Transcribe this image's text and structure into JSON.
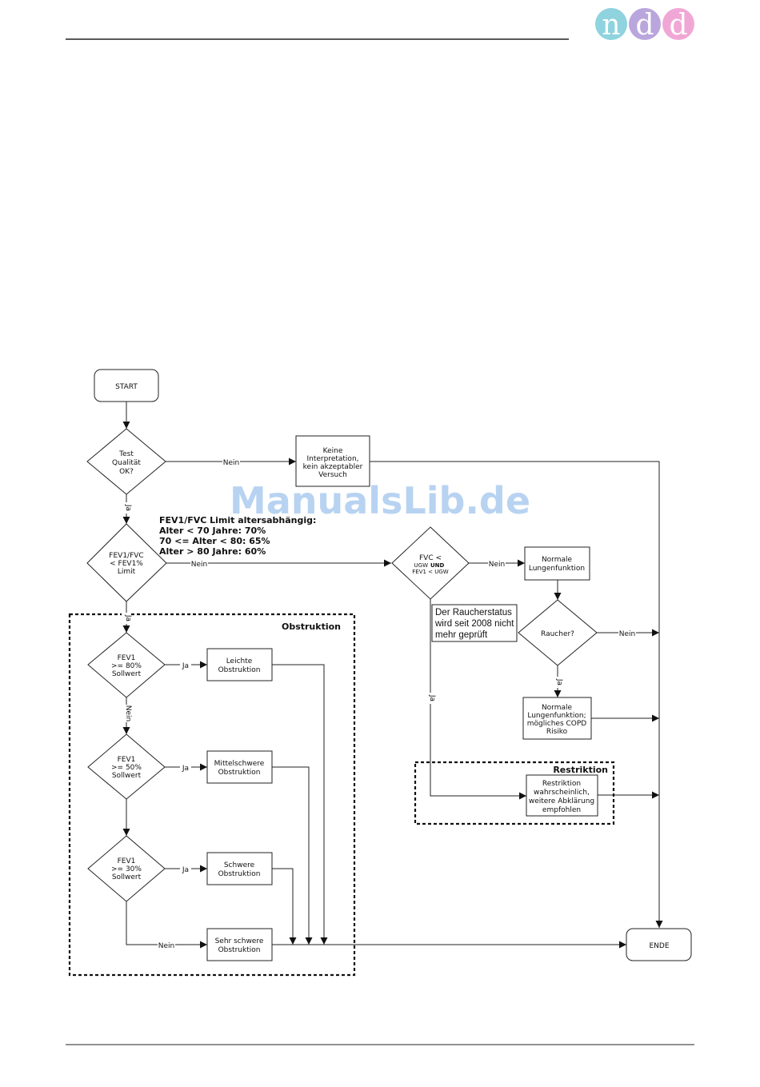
{
  "logo": {
    "letters": [
      "n",
      "d",
      "d"
    ],
    "colors": [
      "#8fd3de",
      "#b9a6dc",
      "#f1a7d6"
    ]
  },
  "watermark": "ManualsLib.de",
  "annotation": {
    "title": "FEV1/FVC Limit altersabhängig:",
    "lines": [
      "Alter < 70 Jahre:  70%",
      "70 <= Alter < 80: 65%",
      "Alter > 80 Jahre:  60%"
    ]
  },
  "nodes": {
    "start": "START",
    "test_quality": [
      "Test",
      "Qualität",
      "OK?"
    ],
    "no_interpretation": [
      "Keine",
      "Interpretation,",
      "kein akzeptabler",
      "Versuch"
    ],
    "fev1fvc": [
      "FEV1/FVC",
      "< FEV1%",
      "Limit"
    ],
    "fvc": [
      "FVC <",
      "UGW",
      "UND",
      "FEV1 < UGW"
    ],
    "normal": [
      "Normale",
      "Lungenfunktion"
    ],
    "smoker": "Raucher?",
    "normal_copd": [
      "Normale",
      "Lungenfunktion;",
      "mögliches COPD",
      "Risiko"
    ],
    "restriction_box": [
      "Restriktion",
      "wahrscheinlich,",
      "weitere Abklärung",
      "empfohlen"
    ],
    "fev1_80": [
      "FEV1",
      ">= 80%",
      "Sollwert"
    ],
    "fev1_50": [
      "FEV1",
      ">= 50%",
      "Sollwert"
    ],
    "fev1_30": [
      "FEV1",
      ">= 30%",
      "Sollwert"
    ],
    "light": [
      "Leichte",
      "Obstruktion"
    ],
    "medium": [
      "Mittelschwere",
      "Obstruktion"
    ],
    "severe": [
      "Schwere",
      "Obstruktion"
    ],
    "very_severe": [
      "Sehr schwere",
      "Obstruktion"
    ],
    "end": "ENDE"
  },
  "note": [
    "Der Raucherstatus",
    "wird seit 2008 nicht",
    "mehr geprüft"
  ],
  "groups": {
    "obstruction": "Obstruktion",
    "restriction": "Restriktion"
  },
  "edges": {
    "yes": "Ja",
    "no": "Nein"
  }
}
